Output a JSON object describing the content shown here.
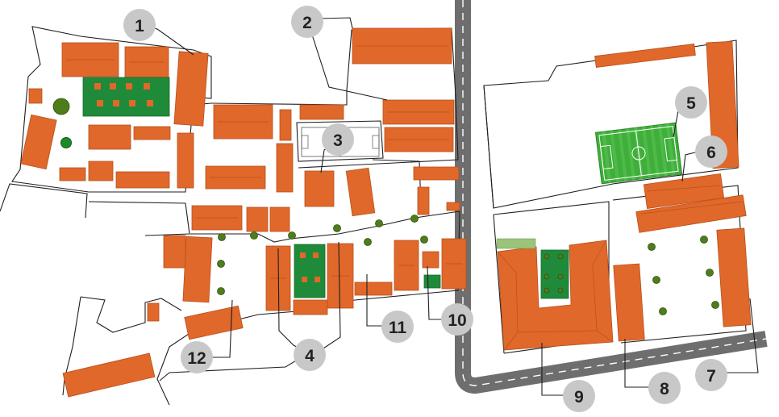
{
  "markers": [
    {
      "id": "1",
      "label": "1"
    },
    {
      "id": "2",
      "label": "2"
    },
    {
      "id": "3",
      "label": "3"
    },
    {
      "id": "4",
      "label": "4"
    },
    {
      "id": "5",
      "label": "5"
    },
    {
      "id": "6",
      "label": "6"
    },
    {
      "id": "7",
      "label": "7"
    },
    {
      "id": "8",
      "label": "8"
    },
    {
      "id": "9",
      "label": "9"
    },
    {
      "id": "10",
      "label": "10"
    },
    {
      "id": "11",
      "label": "11"
    },
    {
      "id": "12",
      "label": "12"
    }
  ],
  "colors": {
    "building": "#e0682a",
    "road": "#7a7a7a",
    "pitch": "#3fae3a",
    "garden": "#1f8a3a",
    "tree": "#4f7d1c",
    "marker": "#c8c8c8"
  }
}
